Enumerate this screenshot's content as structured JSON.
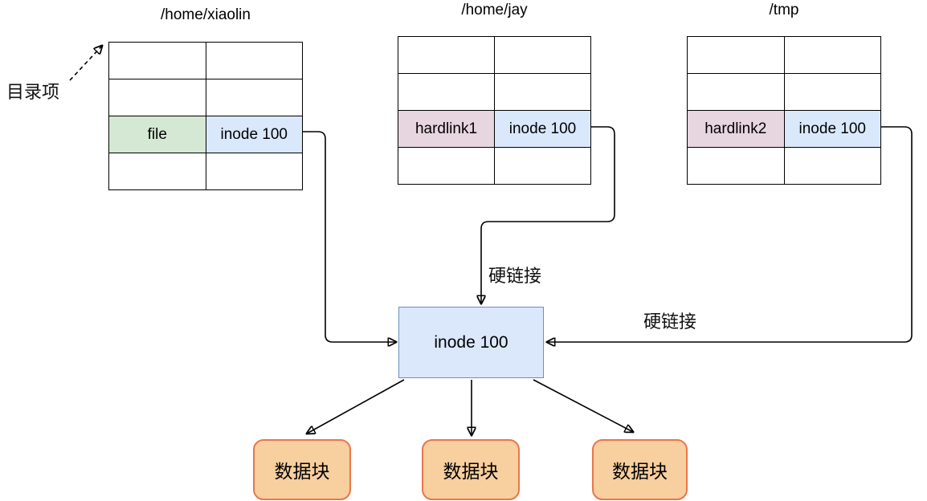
{
  "annotations": {
    "directory_entry_label": "目录项",
    "hardlink_arrow_label_top": "硬链接",
    "hardlink_arrow_label_right": "硬链接"
  },
  "directory_tables": [
    {
      "title": "/home/xiaolin",
      "rows": 4,
      "highlighted_row_index": 3,
      "entry": {
        "name": "file",
        "inode": "inode 100"
      },
      "entry_name_bg": "#d5e8d4",
      "entry_inode_bg": "#dae8fc"
    },
    {
      "title": "/home/jay",
      "rows": 4,
      "highlighted_row_index": 3,
      "entry": {
        "name": "hardlink1",
        "inode": "inode 100"
      },
      "entry_name_bg": "#e7d5df",
      "entry_inode_bg": "#dae8fc"
    },
    {
      "title": "/tmp",
      "rows": 4,
      "highlighted_row_index": 3,
      "entry": {
        "name": "hardlink2",
        "inode": "inode 100"
      },
      "entry_name_bg": "#e7d5df",
      "entry_inode_bg": "#dae8fc"
    }
  ],
  "inode_box": {
    "label": "inode 100",
    "fill": "#dbe8fb",
    "border": "#6c8ebf"
  },
  "data_blocks": [
    {
      "label": "数据块"
    },
    {
      "label": "数据块"
    },
    {
      "label": "数据块"
    }
  ],
  "data_block_style": {
    "fill": "#f8cf9e",
    "border": "#e8764c"
  }
}
